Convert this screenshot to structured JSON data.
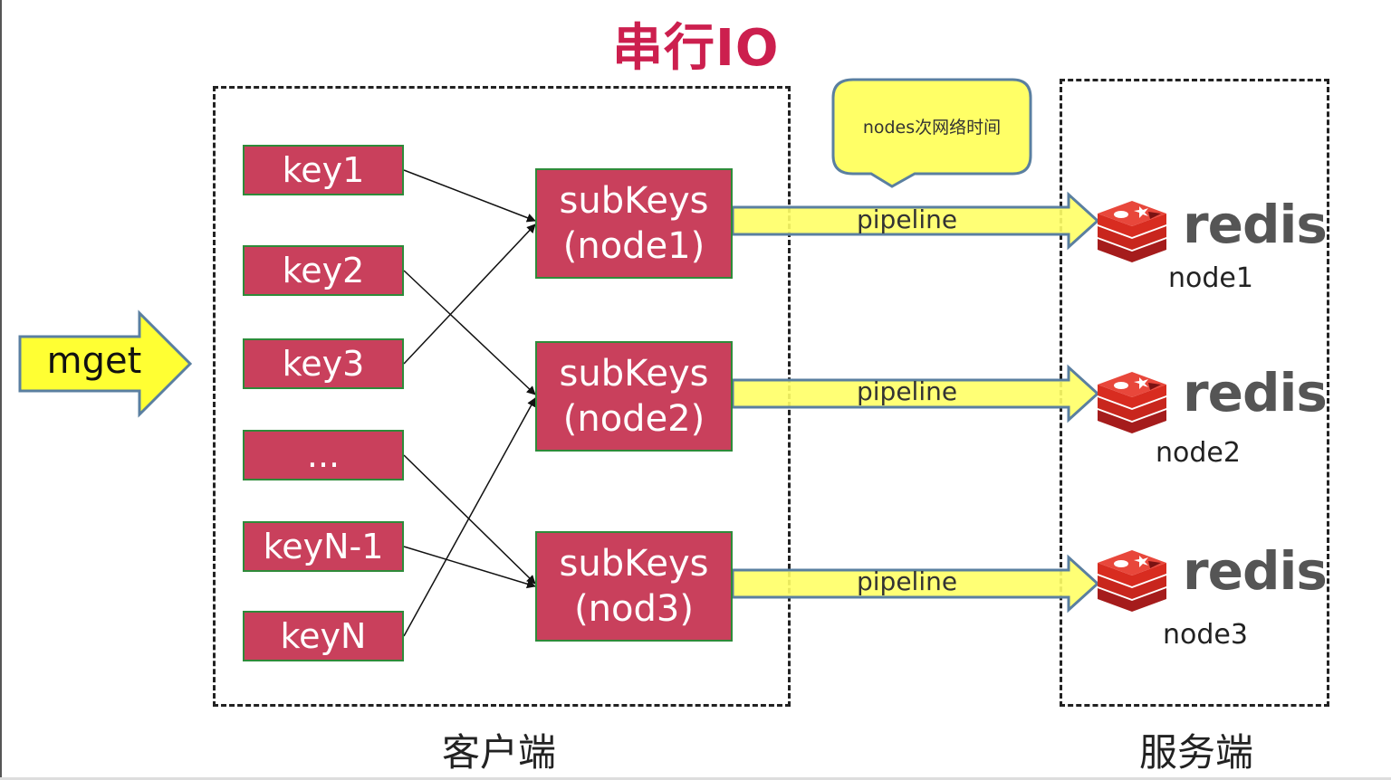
{
  "title": "串行IO",
  "mget": "mget",
  "client_label": "客户端",
  "server_label": "服务端",
  "callout": "nodes次网络时间",
  "keys": [
    "key1",
    "key2",
    "key3",
    "...",
    "keyN-1",
    "keyN"
  ],
  "subkeys": [
    {
      "line1": "subKeys",
      "line2": "(node1)"
    },
    {
      "line1": "subKeys",
      "line2": "(node2)"
    },
    {
      "line1": "subKeys",
      "line2": "(nod3)"
    }
  ],
  "pipelines": [
    "pipeline",
    "pipeline",
    "pipeline"
  ],
  "redis_word": "redis",
  "nodes": [
    "node1",
    "node2",
    "node3"
  ],
  "edges": [
    {
      "from": "key1",
      "to": "subKeys (node1)"
    },
    {
      "from": "key2",
      "to": "subKeys (node2)"
    },
    {
      "from": "key3",
      "to": "subKeys (node1)"
    },
    {
      "from": "...",
      "to": "subKeys (nod3)"
    },
    {
      "from": "keyN-1",
      "to": "subKeys (nod3)"
    },
    {
      "from": "keyN",
      "to": "subKeys (node2)"
    }
  ],
  "colors": {
    "title": "#cc1f4e",
    "box_fill": "#c9405c",
    "box_border": "#2e8b3a",
    "arrow_fill": "#ffff33",
    "arrow_border": "#5a7fa0",
    "redis_red": "#d82c20"
  }
}
